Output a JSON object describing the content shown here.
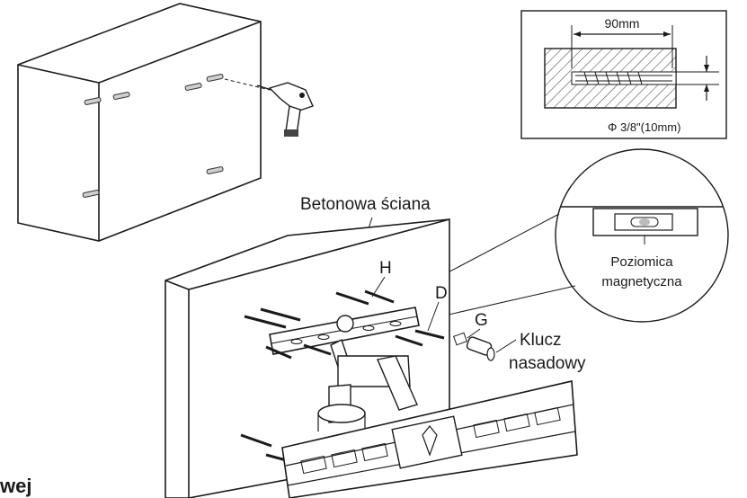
{
  "detail": {
    "dimension_label": "90mm",
    "diameter_label": "Φ 3/8\"(10mm)"
  },
  "labels": {
    "wall": "Betonowa ściana",
    "level_line1": "Poziomica",
    "level_line2": "magnetyczna",
    "part_h": "H",
    "part_d": "D",
    "part_g": "G",
    "wrench_line1": "Klucz",
    "wrench_line2": "nasadowy",
    "cut_text": "wej"
  }
}
